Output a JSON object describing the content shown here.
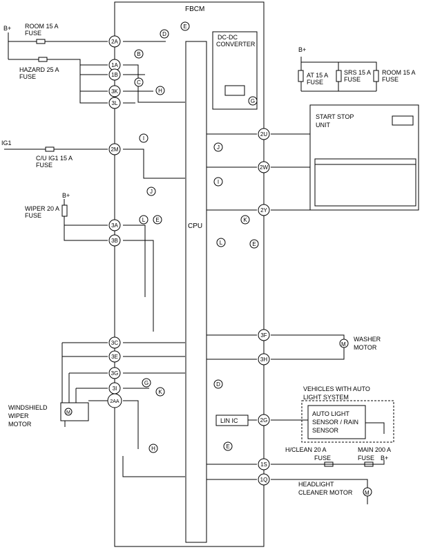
{
  "module": {
    "title": "FBCM",
    "cpu": "CPU",
    "dcdc": [
      "DC-DC",
      "CONVERTER"
    ],
    "lin_ic": "LIN IC"
  },
  "power": {
    "bplus": "B+",
    "ig1": "IG1"
  },
  "fuses": {
    "room15": [
      "ROOM 15 A",
      "FUSE"
    ],
    "hazard25": [
      "HAZARD 25 A",
      "FUSE"
    ],
    "cu_ig1": [
      "C/U IG1 15 A",
      "FUSE"
    ],
    "wiper20": [
      "WIPER 20 A",
      "FUSE"
    ],
    "at15": [
      "AT 15 A",
      "FUSE"
    ],
    "srs15": [
      "SRS 15 A",
      "FUSE"
    ],
    "room15_ssu": [
      "ROOM 15 A",
      "FUSE"
    ],
    "hclean20": [
      "H/CLEAN 20 A",
      "FUSE"
    ],
    "main200": [
      "MAIN 200 A",
      "FUSE"
    ]
  },
  "terminals": [
    "2A",
    "1A",
    "1B",
    "3K",
    "3L",
    "2M",
    "3A",
    "3B",
    "3C",
    "3E",
    "3G",
    "3I",
    "2AA",
    "2U",
    "2W",
    "2Y",
    "3F",
    "3H",
    "2G",
    "1S",
    "1Q"
  ],
  "refs": [
    "B",
    "C",
    "D",
    "E",
    "G",
    "H",
    "I",
    "J",
    "K",
    "L"
  ],
  "components": {
    "start_stop": [
      "START STOP",
      "UNIT"
    ],
    "washer": [
      "WASHER",
      "MOTOR"
    ],
    "windshield": [
      "WINDSHIELD",
      "WIPER",
      "MOTOR"
    ],
    "auto_light_header": [
      "VEHICLES WITH AUTO",
      "LIGHT SYSTEM"
    ],
    "auto_light_sensor": [
      "AUTO LIGHT",
      "SENSOR / RAIN",
      "SENSOR"
    ],
    "headlight_cleaner": [
      "HEADLIGHT",
      "CLEANER MOTOR"
    ],
    "motor_symbol": "M"
  }
}
